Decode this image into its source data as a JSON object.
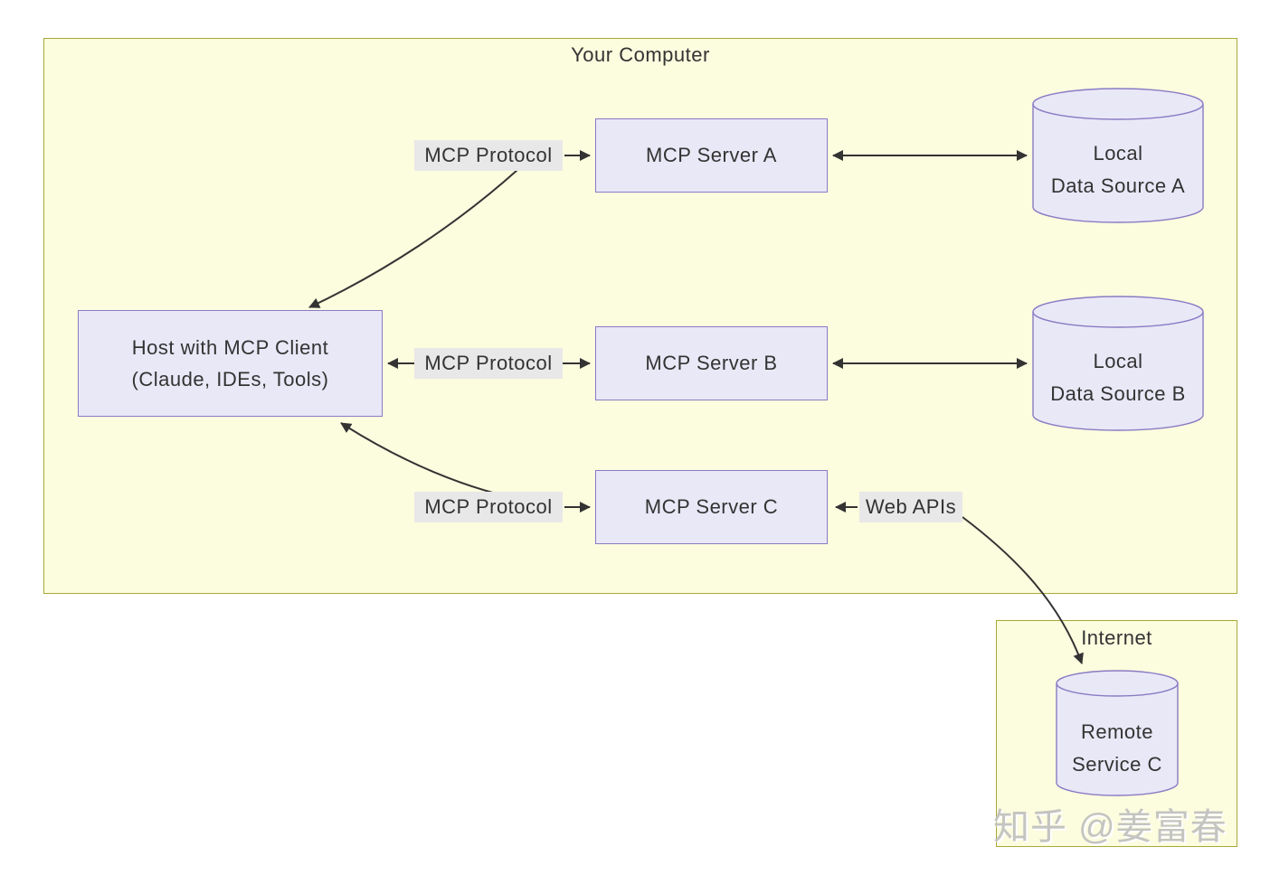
{
  "groups": {
    "your_computer": {
      "title": "Your Computer"
    },
    "internet": {
      "title": "Internet"
    }
  },
  "nodes": {
    "host": {
      "line1": "Host with MCP Client",
      "line2": "(Claude, IDEs, Tools)"
    },
    "server_a": {
      "label": "MCP Server A"
    },
    "server_b": {
      "label": "MCP Server B"
    },
    "server_c": {
      "label": "MCP Server C"
    },
    "data_source_a": {
      "line1": "Local",
      "line2": "Data Source A"
    },
    "data_source_b": {
      "line1": "Local",
      "line2": "Data Source B"
    },
    "remote_service_c": {
      "line1": "Remote",
      "line2": "Service C"
    }
  },
  "edge_labels": {
    "host_server_a": "MCP Protocol",
    "host_server_b": "MCP Protocol",
    "host_server_c": "MCP Protocol",
    "server_c_remote": "Web APIs"
  },
  "watermark": "知乎 @姜富春",
  "colors": {
    "group_fill": "#fcfcdf",
    "group_border": "#a9a93a",
    "node_fill": "#e9e8f7",
    "node_border": "#8a7bc4",
    "edge_label_bg": "#e8e8e8",
    "text": "#333333",
    "arrow": "#333333",
    "watermark": "#c4c4c0"
  }
}
